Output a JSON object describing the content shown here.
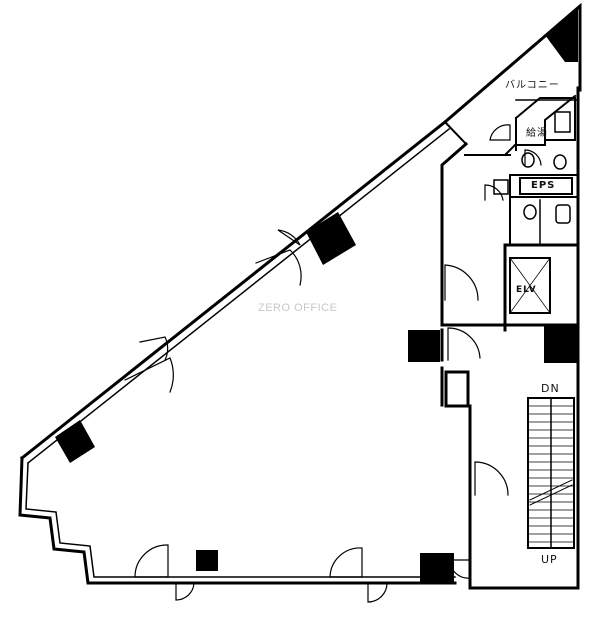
{
  "labels": {
    "balcony": "バルコニー",
    "kitchenette": "給湯",
    "eps": "EPS",
    "elevator": "ELV",
    "stairs_down": "DN",
    "stairs_up": "UP"
  },
  "watermark": "ZERO OFFICE",
  "colors": {
    "wall": "#000000",
    "background": "#ffffff",
    "watermark": "#c8c8c8"
  }
}
